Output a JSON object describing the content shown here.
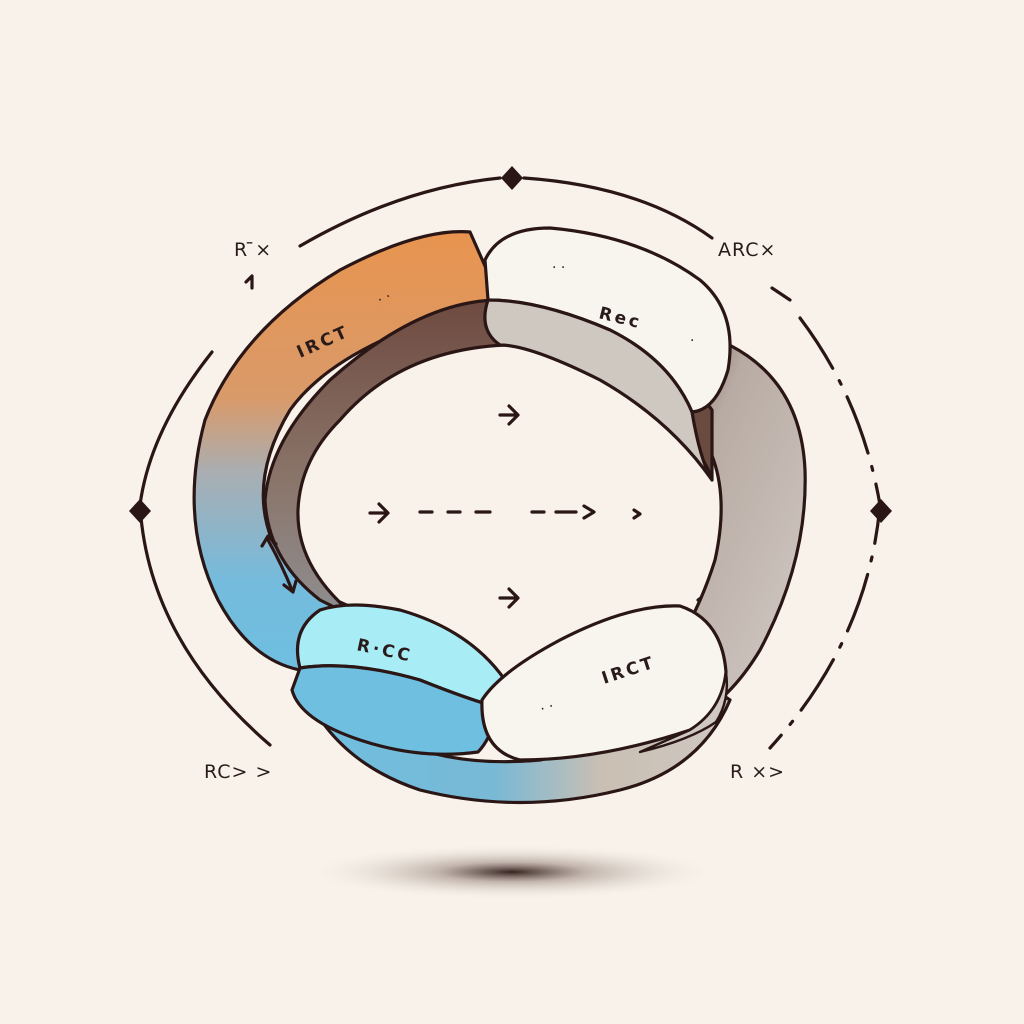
{
  "diagram": {
    "corner_labels": {
      "top_left": "R ̄×",
      "top_right": "ARC×",
      "bottom_left": "RC> >",
      "bottom_right": "R ×>"
    },
    "pills": {
      "orange": "IRCT",
      "white_top": "Rec",
      "blue": "R·CC",
      "white_bottom": "IRCT"
    },
    "colors": {
      "orange": "#e8944f",
      "brown": "#6e4a40",
      "blue": "#6fbfe0",
      "light_blue": "#a8ecf6",
      "cream": "#f8f5ee",
      "gray": "#cfc8c1",
      "outline": "#2b1616",
      "background": "#f8f2ea"
    }
  }
}
